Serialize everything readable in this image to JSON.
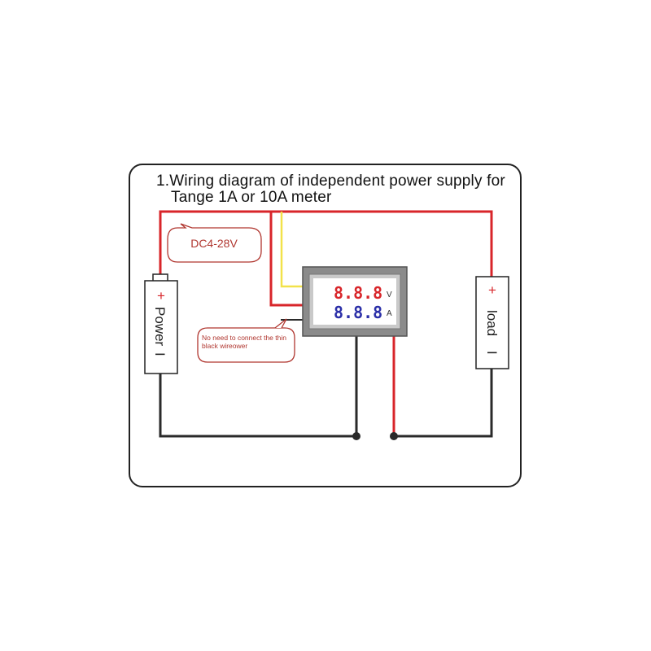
{
  "title": {
    "line1": "1.Wiring diagram of independent power supply for",
    "line2": "Tange 1A or 10A meter"
  },
  "callouts": {
    "voltage_range": "DC4-28V",
    "note": "No need to connect the thin black wireower"
  },
  "power": {
    "plus": "+",
    "label": "Power",
    "minus": "I"
  },
  "load": {
    "plus": "+",
    "label": "load",
    "minus": "I"
  },
  "meter": {
    "top_digits": "8.8.8",
    "top_unit": "V",
    "bottom_digits": "8.8.8",
    "bottom_unit": "A"
  },
  "colors": {
    "red_wire": "#d8252a",
    "black_wire": "#2a2a2a",
    "yellow_wire": "#f2e24a",
    "voltage_digits": "#d8252a",
    "current_digits": "#2b2fa8",
    "callout_text": "#b0362f"
  }
}
